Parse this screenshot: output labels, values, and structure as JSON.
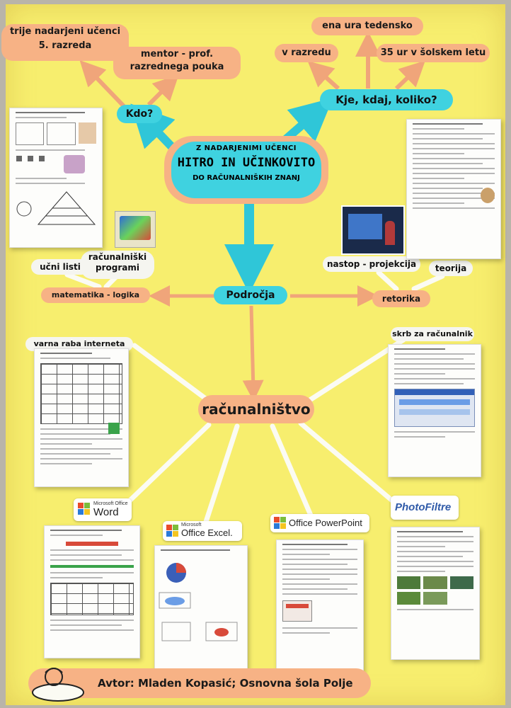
{
  "center": {
    "line1": "Z NADARJENIMI UČENCI",
    "line2": "HITRO IN UČINKOVITO",
    "line3": "DO RAČUNALNIŠKIH ZNANJ"
  },
  "kdo": {
    "label": "Kdo?",
    "item1_line1": "trije nadarjeni učenci",
    "item1_line2": "5. razreda",
    "item2_line1": "mentor - prof.",
    "item2_line2": "razrednega pouka"
  },
  "kje": {
    "label": "Kje, kdaj, koliko?",
    "item1": "ena ura tedensko",
    "item2": "v razredu",
    "item3": "35 ur v šolskem letu"
  },
  "podrocja": {
    "label": "Področja",
    "left": "matematika - logika",
    "left_sub1": "učni listi",
    "left_sub2_line1": "računalniški",
    "left_sub2_line2": "programi",
    "right": "retorika",
    "right_sub1": "nastop - projekcija",
    "right_sub2": "teorija"
  },
  "racunalnistvo": {
    "label": "računalništvo",
    "left_branch": "varna raba interneta",
    "right_branch": "skrb za računalnik"
  },
  "programs": {
    "word_top": "Microsoft Office",
    "word_main": "Word",
    "excel_top": "Microsoft",
    "excel_main": "Office Excel.",
    "ppt_main": "Office PowerPoint",
    "photo_main": "PhotoFiltre"
  },
  "author": "Avtor: Mladen Kopasić; Osnovna šola Polje",
  "colors": {
    "poster": "#f7ee6e",
    "salmon": "#f7b285",
    "cyan": "#3fd2e0",
    "arrow_salmon": "#f0a57a"
  }
}
